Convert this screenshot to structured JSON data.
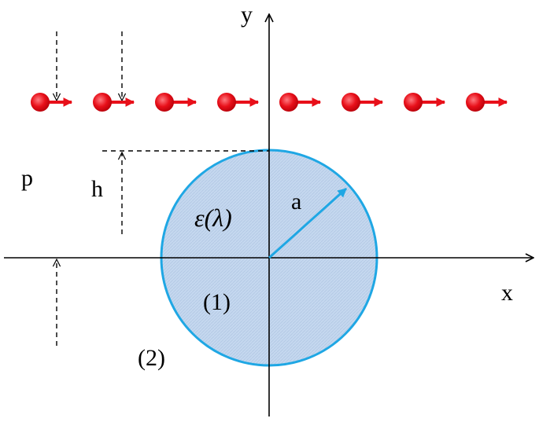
{
  "diagram": {
    "labels": {
      "y_axis": "y",
      "x_axis": "x",
      "p": "p",
      "h": "h",
      "a": "a",
      "epsilon": "ε(λ)",
      "region_1": "(1)",
      "region_2": "(2)"
    },
    "electron_count": 8,
    "colors": {
      "axis": "#000000",
      "dashed": "#000000",
      "cylinder_fill": "#c5d8ef",
      "cylinder_stroke": "#1fa7e4",
      "radius_arrow": "#1fa7e4",
      "electron": "#e8101a",
      "electron_highlight": "#ff7a80",
      "velocity_arrow": "#e8101a"
    }
  }
}
